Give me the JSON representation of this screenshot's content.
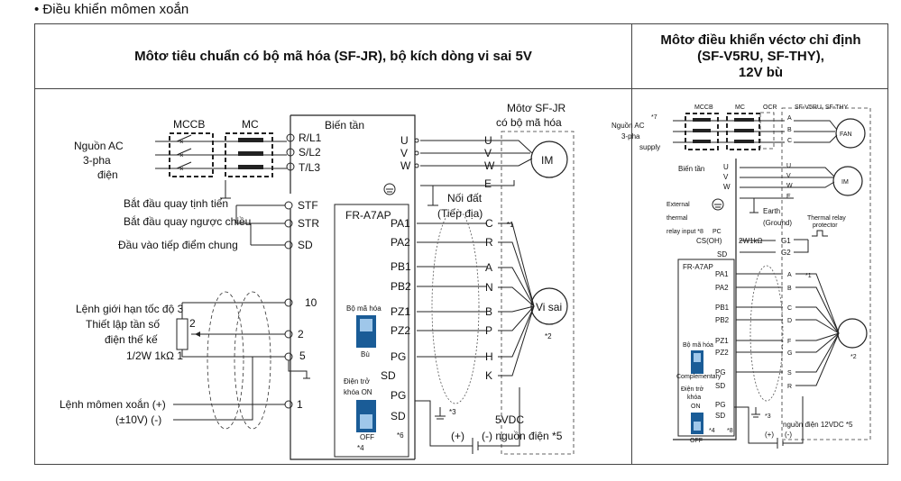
{
  "page": {
    "heading": "•  Điều khiển mômen xoắn"
  },
  "table": {
    "col1_header": "Môtơ tiêu chuẩn có bộ mã hóa (SF-JR), bộ kích dòng vi sai 5V",
    "col2_header": [
      "Môtơ điều khiển véctơ chỉ định",
      "(SF-V5RU, SF-THY),",
      "12V bù"
    ]
  },
  "left": {
    "mccb": "MCCB",
    "mc": "MC",
    "inverter": "Biến tần",
    "ac_source": [
      "Nguồn AC",
      "3-pha",
      "điện"
    ],
    "motor_title": [
      "Môtơ SF-JR",
      "có bộ mã hóa"
    ],
    "inputs": [
      "R/L1",
      "S/L2",
      "T/L3"
    ],
    "outputs_inv": [
      "U",
      "V",
      "W"
    ],
    "outputs_motor": [
      "U",
      "V",
      "W",
      "E"
    ],
    "motor": "IM",
    "ground": [
      "Nối đất",
      "(Tiếp địa)"
    ],
    "start_fwd": "Bắt đầu quay tịnh tiến",
    "start_rev": "Bắt đầu quay ngược chiều",
    "common": "Đầu vào tiếp điểm chung",
    "stf": "STF",
    "str": "STR",
    "sd": "SD",
    "speed_limit": "Lệnh giới hạn tốc độ 3",
    "freq_pot": [
      "Thiết lập tần số",
      "điện thế kế",
      "1/2W 1kΩ 1"
    ],
    "pot_pins": [
      "2"
    ],
    "terms": [
      "10",
      "2",
      "5",
      "1"
    ],
    "torque_cmd": [
      "Lệnh mômen xoắn (+)",
      "(±10V) (-)"
    ],
    "option": "FR-A7AP",
    "enc_pins": [
      "PA1",
      "PA2",
      "PB1",
      "PB2",
      "PZ1",
      "PZ2",
      "PG",
      "PG",
      "SD"
    ],
    "enc_motor": [
      "C",
      "R",
      "A",
      "N",
      "B",
      "P",
      "H",
      "K"
    ],
    "encoder": "Vi sai",
    "marks": [
      "*1",
      "*2",
      "*3",
      "*4",
      "*6",
      "*5"
    ],
    "enc_sw": [
      "Bộ mã hóa",
      "Bù"
    ],
    "term_res": [
      "Điện trở",
      "khóa ON",
      "SD",
      "OFF"
    ],
    "psu": [
      "5VDC",
      "(+)",
      "(-) nguồn điện *5"
    ]
  },
  "right": {
    "mccb": "MCCB",
    "mc": "MC",
    "ocr": "OCR",
    "motor_title": "SF-V5RU, SF-THY",
    "ac_source": [
      "Nguồn AC",
      "3-pha",
      "supply"
    ],
    "star7": "*7",
    "inverter": "Biến tần",
    "fan": "FAN",
    "fan_pins": [
      "A",
      "B",
      "C"
    ],
    "outputs": [
      "U",
      "V",
      "W"
    ],
    "outputs_motor": [
      "U",
      "V",
      "W",
      "E"
    ],
    "motor": "IM",
    "ext_relay": [
      "External",
      "thermal",
      "relay input *8"
    ],
    "earth": [
      "Earth",
      "(Ground)"
    ],
    "thermal_protector": [
      "Thermal relay",
      "protector"
    ],
    "pc": "PC",
    "cs": "CS(OH)",
    "sd": "SD",
    "res": "2W1kΩ",
    "g_pins": [
      "G1",
      "G2"
    ],
    "option": "FR-A7AP",
    "enc_pins": [
      "PA1",
      "PA2",
      "PB1",
      "PB2",
      "PZ1",
      "PZ2",
      "PG",
      "SD",
      "PG",
      "SD"
    ],
    "enc_motor": [
      "A",
      "B",
      "C",
      "D",
      "F",
      "G",
      "S",
      "R"
    ],
    "marks": [
      "*1",
      "*2",
      "*3",
      "*4",
      "*8",
      "*5"
    ],
    "enc_sw": [
      "Bộ mã hóa",
      "Complementary"
    ],
    "term_res": [
      "Điện trở",
      "khóa",
      "ON",
      "OFF"
    ],
    "psu": [
      "nguồn điện 12VDC *5",
      "(+)",
      "(-)"
    ]
  }
}
